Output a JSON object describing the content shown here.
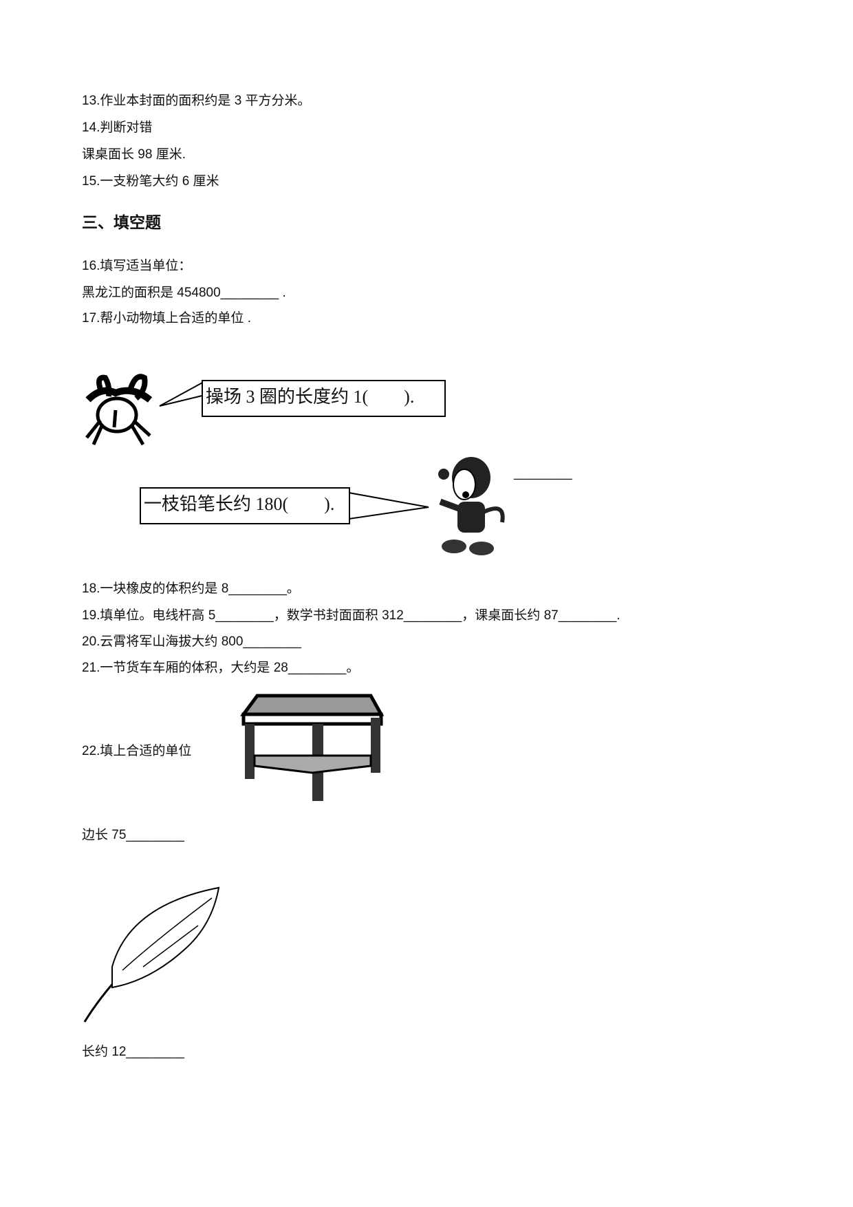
{
  "lines": {
    "q13": "13.作业本封面的面积约是 3 平方分米。",
    "q14": "14.判断对错",
    "q14_stmt": "课桌面长 98 厘米.",
    "q15": "15.一支粉笔大约 6 厘米",
    "section3": "三、填空题",
    "q16": "16.填写适当单位：",
    "q16_stmt": "黑龙江的面积是 454800________ .",
    "q17": "17.帮小动物填上合适的单位 .",
    "q18": "18.一块橡皮的体积约是 8________。",
    "q19": "19.填单位。电线杆高 5________，数学书封面面积 312________，课桌面长约 87________.",
    "q20": "20.云霄将军山海拔大约 800________",
    "q21": "21.一节货车车厢的体积，大约是 28________。",
    "q22": "22.填上合适的单位",
    "q22_a": "边长 75________",
    "q22_b": "长约 12________"
  },
  "figures": {
    "crab_bubble": "操场 3 圈的长度约 1(　　).",
    "monkey_bubble": "一枝铅笔长约 180(　　).",
    "monkey_blank": "________"
  }
}
